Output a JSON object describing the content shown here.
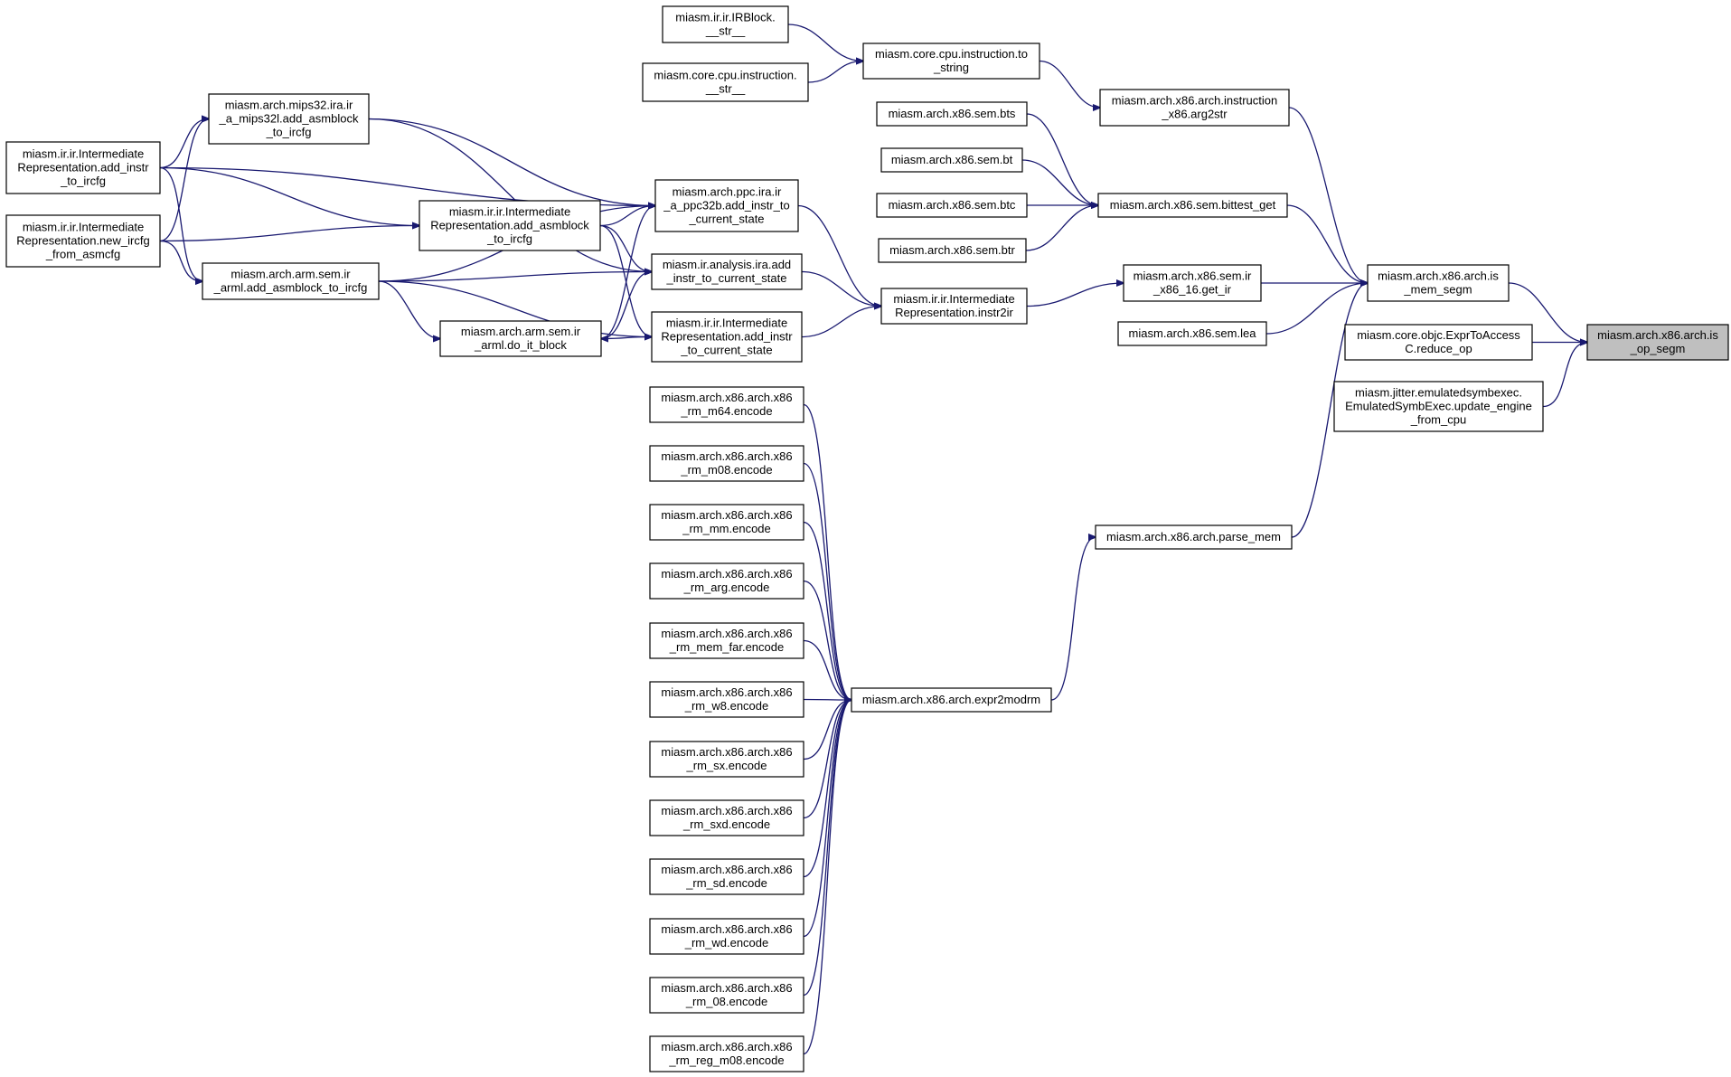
{
  "graph": {
    "edge_color": "#191970",
    "highlight_fill": "#bfbfbf",
    "nodes": [
      {
        "id": "irblock_str",
        "lines": [
          "miasm.ir.ir.IRBlock.",
          "__str__"
        ]
      },
      {
        "id": "instr_str",
        "lines": [
          "miasm.core.cpu.instruction.",
          "__str__"
        ]
      },
      {
        "id": "instr_to_string",
        "lines": [
          "miasm.core.cpu.instruction.to",
          "_string"
        ]
      },
      {
        "id": "arg2str",
        "lines": [
          "miasm.arch.x86.arch.instruction",
          "_x86.arg2str"
        ]
      },
      {
        "id": "bts",
        "lines": [
          "miasm.arch.x86.sem.bts"
        ]
      },
      {
        "id": "bt",
        "lines": [
          "miasm.arch.x86.sem.bt"
        ]
      },
      {
        "id": "btc",
        "lines": [
          "miasm.arch.x86.sem.btc"
        ]
      },
      {
        "id": "btr",
        "lines": [
          "miasm.arch.x86.sem.btr"
        ]
      },
      {
        "id": "bittest_get",
        "lines": [
          "miasm.arch.x86.sem.bittest_get"
        ]
      },
      {
        "id": "get_ir",
        "lines": [
          "miasm.arch.x86.sem.ir",
          "_x86_16.get_ir"
        ]
      },
      {
        "id": "lea",
        "lines": [
          "miasm.arch.x86.sem.lea"
        ]
      },
      {
        "id": "is_mem_segm",
        "lines": [
          "miasm.arch.x86.arch.is",
          "_mem_segm"
        ]
      },
      {
        "id": "reduce_op",
        "lines": [
          "miasm.core.objc.ExprToAccess",
          "C.reduce_op"
        ]
      },
      {
        "id": "update_engine",
        "lines": [
          "miasm.jitter.emulatedsymbexec.",
          "EmulatedSymbExec.update_engine",
          "_from_cpu"
        ]
      },
      {
        "id": "is_op_segm",
        "lines": [
          "miasm.arch.x86.arch.is",
          "_op_segm"
        ],
        "highlight": true
      },
      {
        "id": "mips_add_asmblock",
        "lines": [
          "miasm.arch.mips32.ira.ir",
          "_a_mips32l.add_asmblock",
          "_to_ircfg"
        ]
      },
      {
        "id": "ir_add_instr_to_ircfg",
        "lines": [
          "miasm.ir.ir.Intermediate",
          "Representation.add_instr",
          "_to_ircfg"
        ]
      },
      {
        "id": "new_ircfg",
        "lines": [
          "miasm.ir.ir.Intermediate",
          "Representation.new_ircfg",
          "_from_asmcfg"
        ]
      },
      {
        "id": "ir_add_asmblock",
        "lines": [
          "miasm.ir.ir.Intermediate",
          "Representation.add_asmblock",
          "_to_ircfg"
        ]
      },
      {
        "id": "arm_add_asmblock",
        "lines": [
          "miasm.arch.arm.sem.ir",
          "_arml.add_asmblock_to_ircfg"
        ]
      },
      {
        "id": "do_it_block",
        "lines": [
          "miasm.arch.arm.sem.ir",
          "_arml.do_it_block"
        ]
      },
      {
        "id": "ppc_add_instr",
        "lines": [
          "miasm.arch.ppc.ira.ir",
          "_a_ppc32b.add_instr_to",
          "_current_state"
        ]
      },
      {
        "id": "ira_add_instr",
        "lines": [
          "miasm.ir.analysis.ira.add",
          "_instr_to_current_state"
        ]
      },
      {
        "id": "ir_add_instr_cs",
        "lines": [
          "miasm.ir.ir.Intermediate",
          "Representation.add_instr",
          "_to_current_state"
        ]
      },
      {
        "id": "instr2ir",
        "lines": [
          "miasm.ir.ir.Intermediate",
          "Representation.instr2ir"
        ]
      },
      {
        "id": "parse_mem",
        "lines": [
          "miasm.arch.x86.arch.parse_mem"
        ]
      },
      {
        "id": "expr2modrm",
        "lines": [
          "miasm.arch.x86.arch.expr2modrm"
        ]
      },
      {
        "id": "enc_m64",
        "lines": [
          "miasm.arch.x86.arch.x86",
          "_rm_m64.encode"
        ]
      },
      {
        "id": "enc_m08",
        "lines": [
          "miasm.arch.x86.arch.x86",
          "_rm_m08.encode"
        ]
      },
      {
        "id": "enc_mm",
        "lines": [
          "miasm.arch.x86.arch.x86",
          "_rm_mm.encode"
        ]
      },
      {
        "id": "enc_arg",
        "lines": [
          "miasm.arch.x86.arch.x86",
          "_rm_arg.encode"
        ]
      },
      {
        "id": "enc_mem_far",
        "lines": [
          "miasm.arch.x86.arch.x86",
          "_rm_mem_far.encode"
        ]
      },
      {
        "id": "enc_w8",
        "lines": [
          "miasm.arch.x86.arch.x86",
          "_rm_w8.encode"
        ]
      },
      {
        "id": "enc_sx",
        "lines": [
          "miasm.arch.x86.arch.x86",
          "_rm_sx.encode"
        ]
      },
      {
        "id": "enc_sxd",
        "lines": [
          "miasm.arch.x86.arch.x86",
          "_rm_sxd.encode"
        ]
      },
      {
        "id": "enc_sd",
        "lines": [
          "miasm.arch.x86.arch.x86",
          "_rm_sd.encode"
        ]
      },
      {
        "id": "enc_wd",
        "lines": [
          "miasm.arch.x86.arch.x86",
          "_rm_wd.encode"
        ]
      },
      {
        "id": "enc_08",
        "lines": [
          "miasm.arch.x86.arch.x86",
          "_rm_08.encode"
        ]
      },
      {
        "id": "enc_reg_m08",
        "lines": [
          "miasm.arch.x86.arch.x86",
          "_rm_reg_m08.encode"
        ]
      }
    ],
    "edges": [
      {
        "from": "is_mem_segm",
        "to": "is_op_segm"
      },
      {
        "from": "reduce_op",
        "to": "is_op_segm"
      },
      {
        "from": "update_engine",
        "to": "is_op_segm"
      },
      {
        "from": "arg2str",
        "to": "is_mem_segm"
      },
      {
        "from": "bittest_get",
        "to": "is_mem_segm"
      },
      {
        "from": "get_ir",
        "to": "is_mem_segm"
      },
      {
        "from": "lea",
        "to": "is_mem_segm"
      },
      {
        "from": "parse_mem",
        "to": "is_mem_segm"
      },
      {
        "from": "instr_to_string",
        "to": "arg2str"
      },
      {
        "from": "irblock_str",
        "to": "instr_to_string"
      },
      {
        "from": "instr_str",
        "to": "instr_to_string"
      },
      {
        "from": "bts",
        "to": "bittest_get"
      },
      {
        "from": "bt",
        "to": "bittest_get"
      },
      {
        "from": "btc",
        "to": "bittest_get"
      },
      {
        "from": "btr",
        "to": "bittest_get"
      },
      {
        "from": "instr2ir",
        "to": "get_ir"
      },
      {
        "from": "ppc_add_instr",
        "to": "instr2ir"
      },
      {
        "from": "ira_add_instr",
        "to": "instr2ir"
      },
      {
        "from": "ir_add_instr_cs",
        "to": "instr2ir"
      },
      {
        "from": "expr2modrm",
        "to": "parse_mem"
      },
      {
        "from": "mips_add_asmblock",
        "to": "ppc_add_instr"
      },
      {
        "from": "arm_add_asmblock",
        "to": "ppc_add_instr"
      },
      {
        "from": "ir_add_instr_to_ircfg",
        "to": "ppc_add_instr"
      },
      {
        "from": "ir_add_asmblock",
        "to": "ppc_add_instr"
      },
      {
        "from": "do_it_block",
        "to": "ppc_add_instr"
      },
      {
        "from": "ir_add_asmblock",
        "to": "ira_add_instr"
      },
      {
        "from": "arm_add_asmblock",
        "to": "ira_add_instr"
      },
      {
        "from": "do_it_block",
        "to": "ira_add_instr"
      },
      {
        "from": "mips_add_asmblock",
        "to": "ira_add_instr"
      },
      {
        "from": "ir_add_asmblock",
        "to": "ir_add_instr_cs"
      },
      {
        "from": "arm_add_asmblock",
        "to": "ir_add_instr_cs"
      },
      {
        "from": "ir_add_instr_cs",
        "to": "do_it_block"
      },
      {
        "from": "arm_add_asmblock",
        "to": "do_it_block"
      },
      {
        "from": "ir_add_instr_to_ircfg",
        "to": "mips_add_asmblock"
      },
      {
        "from": "new_ircfg",
        "to": "mips_add_asmblock"
      },
      {
        "from": "ir_add_instr_to_ircfg",
        "to": "ir_add_asmblock"
      },
      {
        "from": "new_ircfg",
        "to": "ir_add_asmblock"
      },
      {
        "from": "ir_add_instr_to_ircfg",
        "to": "arm_add_asmblock"
      },
      {
        "from": "new_ircfg",
        "to": "arm_add_asmblock"
      },
      {
        "from": "enc_m64",
        "to": "expr2modrm"
      },
      {
        "from": "enc_m08",
        "to": "expr2modrm"
      },
      {
        "from": "enc_mm",
        "to": "expr2modrm"
      },
      {
        "from": "enc_arg",
        "to": "expr2modrm"
      },
      {
        "from": "enc_mem_far",
        "to": "expr2modrm"
      },
      {
        "from": "enc_w8",
        "to": "expr2modrm"
      },
      {
        "from": "enc_sx",
        "to": "expr2modrm"
      },
      {
        "from": "enc_sxd",
        "to": "expr2modrm"
      },
      {
        "from": "enc_sd",
        "to": "expr2modrm"
      },
      {
        "from": "enc_wd",
        "to": "expr2modrm"
      },
      {
        "from": "enc_08",
        "to": "expr2modrm"
      },
      {
        "from": "enc_reg_m08",
        "to": "expr2modrm"
      }
    ]
  }
}
